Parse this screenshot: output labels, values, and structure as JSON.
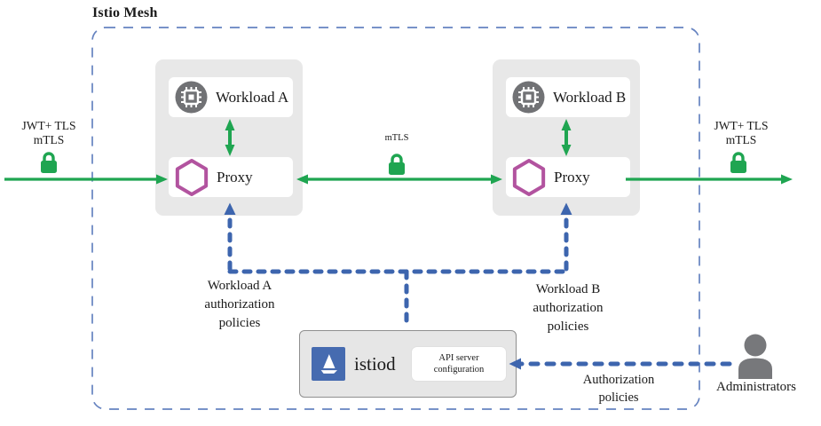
{
  "colors": {
    "green": "#1fa551",
    "policy_blue": "#3d65ae",
    "mesh_border": "#6683c0",
    "magenta": "#b2539f",
    "icon_gray": "#717275",
    "istio_blue": "#466bb0",
    "container_gray": "#e8e8e8",
    "istiod_gray": "#e6e6e6",
    "text": "#1a1a1a"
  },
  "mesh": {
    "title": "Istio Mesh"
  },
  "workload_a": {
    "name": "Workload A",
    "proxy": "Proxy"
  },
  "workload_b": {
    "name": "Workload B",
    "proxy": "Proxy"
  },
  "istiod": {
    "name": "istiod",
    "api_line1": "API server",
    "api_line2": "configuration"
  },
  "edge_labels": {
    "left_line1": "JWT+ TLS",
    "left_line2": "mTLS",
    "right_line1": "JWT+ TLS",
    "right_line2": "mTLS",
    "mtls_center": "mTLS"
  },
  "policy_labels": {
    "workload_a_line1": "Workload A",
    "workload_a_line2": "authorization",
    "workload_a_line3": "policies",
    "workload_b_line1": "Workload B",
    "workload_b_line2": "authorization",
    "workload_b_line3": "policies",
    "admin_line1": "Authorization",
    "admin_line2": "policies"
  },
  "actors": {
    "administrators": "Administrators"
  },
  "icons": {
    "workload": "cpu-chip-icon",
    "proxy": "hexagon-icon",
    "istiod": "sailboat-icon",
    "security": "lock-icon",
    "administrators": "person-icon"
  }
}
